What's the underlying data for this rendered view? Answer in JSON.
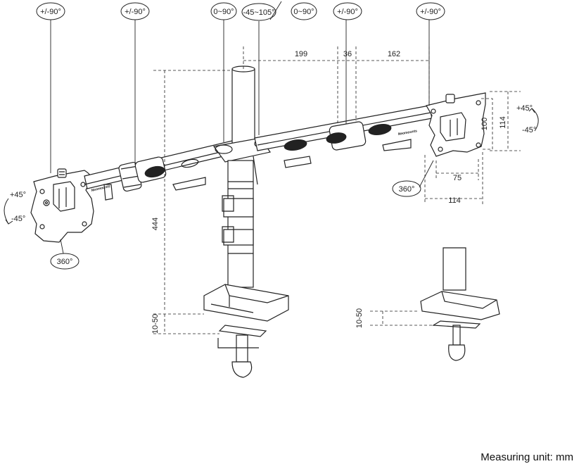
{
  "diagram": {
    "rotation_labels": {
      "left_vesa_tilt": "+/-90°",
      "left_elbow": "+/-90°",
      "center_pole_left": "0~90°",
      "center_pole_mid": "-45~105°",
      "center_pole_right": "0~90°",
      "right_elbow": "+/-90°",
      "right_vesa_tilt": "+/-90°"
    },
    "arm_dimensions": {
      "segment_a": "199",
      "segment_b": "36",
      "segment_c": "162"
    },
    "vesa_dimensions": {
      "inner_height": "100",
      "outer_height": "114",
      "inner_width": "75",
      "outer_width": "114"
    },
    "tilt_labels": {
      "left_up": "+45°",
      "left_down": "-45°",
      "right_up": "+45°",
      "right_down": "-45°"
    },
    "swivel_labels": {
      "left": "360°",
      "right": "360°"
    },
    "height_labels": {
      "pole_height": "444",
      "clamp_range_left": "10-50",
      "clamp_range_right": "10-50"
    },
    "brand_labels": {
      "left_arm": "Neomounts",
      "right_arm": "Neomounts"
    },
    "footer": {
      "measuring_unit": "Measuring unit: mm"
    }
  }
}
